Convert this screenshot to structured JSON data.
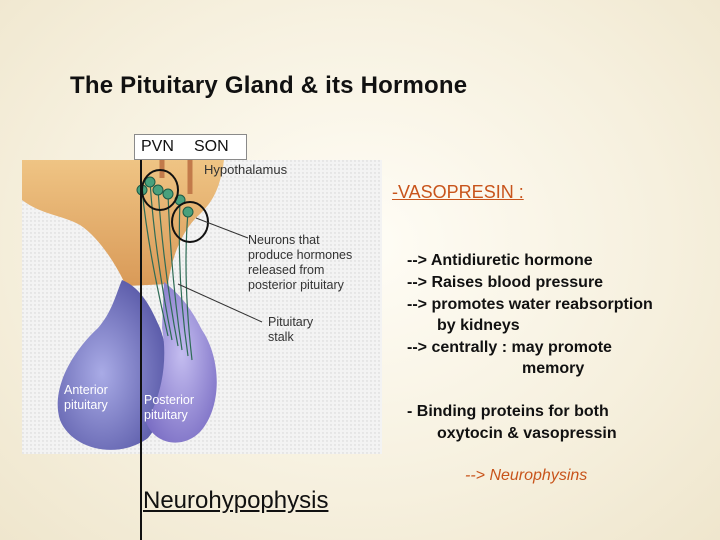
{
  "title": "The Pituitary Gland & its Hormone",
  "nuclei": {
    "pvn": "PVN",
    "son": "SON"
  },
  "diagram": {
    "hypothalamus": "Hypothalamus",
    "neurons_label": [
      "Neurons that",
      "produce hormones",
      "released from",
      "posterior pituitary"
    ],
    "stalk_label": [
      "Pituitary",
      "stalk"
    ],
    "anterior_label": [
      "Anterior",
      "pituitary"
    ],
    "posterior_label": [
      "Posterior",
      "pituitary"
    ]
  },
  "neurohypophysis": "Neurohypophysis",
  "hormone": {
    "heading": "-VASOPRESIN :",
    "lines": [
      "--> Antidiuretic hormone",
      "--> Raises blood pressure",
      "--> promotes water reabsorption",
      "by kidneys",
      "--> centrally : may promote",
      "memory"
    ],
    "binding": [
      "- Binding proteins for both",
      "oxytocin & vasopressin"
    ],
    "neurophysins": "--> Neurophysins"
  },
  "colors": {
    "accent": "#c8541b",
    "anterior": "#6f72c0",
    "posterior": "#8a7fd0",
    "brain": "#e6b06b",
    "marker": "#c27a4a"
  }
}
